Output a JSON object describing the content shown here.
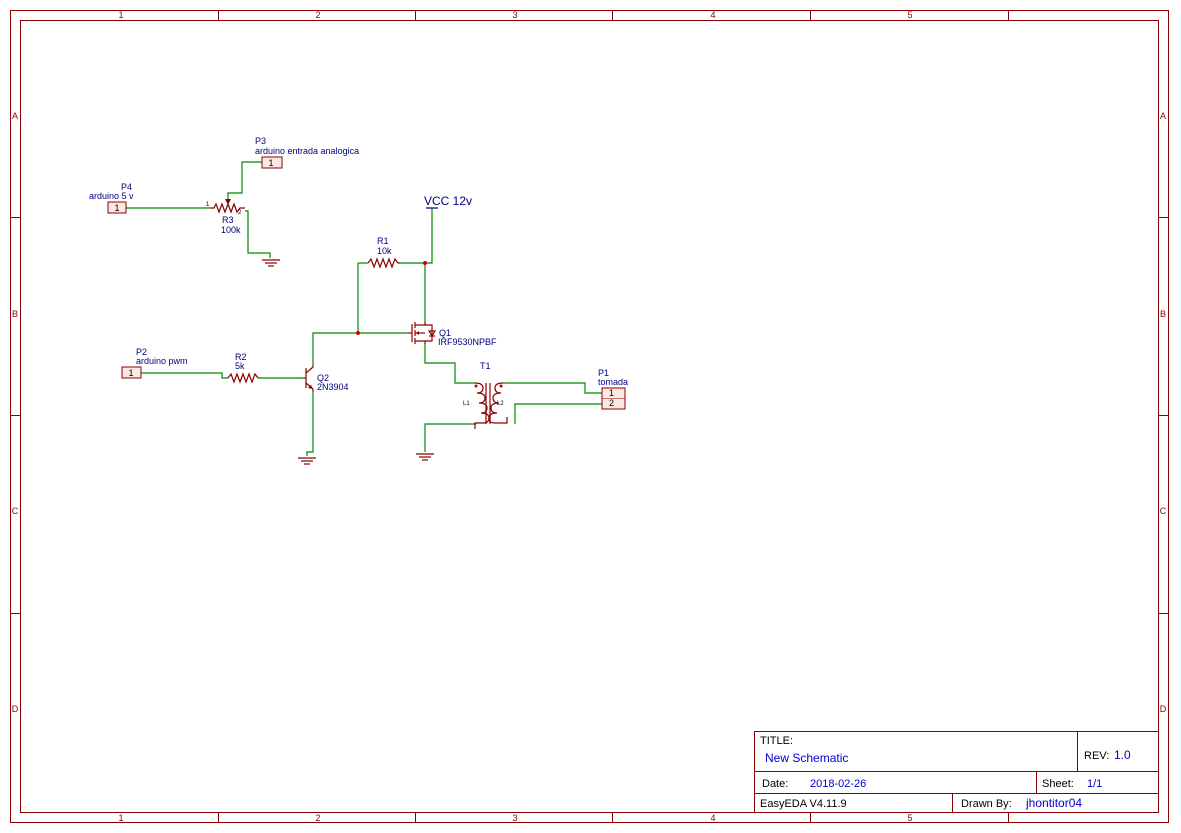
{
  "frame": {
    "columns": [
      "1",
      "2",
      "3",
      "4",
      "5"
    ],
    "rows": [
      "A",
      "B",
      "C",
      "D"
    ],
    "colors": {
      "frame": "#8b0000",
      "wire": "#008800",
      "text": "#000080",
      "junction": "#cc0000",
      "title_values": "#0000cc"
    }
  },
  "components": {
    "p4": {
      "ref": "P4",
      "value": "arduino 5 v",
      "pin": "1"
    },
    "p3": {
      "ref": "P3",
      "value": "arduino entrada analogica",
      "pin": "1"
    },
    "r3": {
      "ref": "R3",
      "value": "100k"
    },
    "r1": {
      "ref": "R1",
      "value": "10k"
    },
    "r2": {
      "ref": "R2",
      "value": "5k"
    },
    "p2": {
      "ref": "P2",
      "value": "arduino pwm",
      "pin": "1"
    },
    "q1": {
      "ref": "Q1",
      "value": "IRF9530NPBF"
    },
    "q2": {
      "ref": "Q2",
      "value": "2N3904"
    },
    "t1": {
      "ref": "T1",
      "coil1": "L1",
      "coil2": "L2"
    },
    "p1": {
      "ref": "P1",
      "value": "tomada",
      "pin1": "1",
      "pin2": "2"
    }
  },
  "nets": {
    "vcc": "VCC 12v"
  },
  "title_block": {
    "title_label": "TITLE:",
    "title_value": "New Schematic",
    "rev_label": "REV:",
    "rev_value": "1.0",
    "date_label": "Date:",
    "date_value": "2018-02-26",
    "sheet_label": "Sheet:",
    "sheet_value": "1/1",
    "tool": "EasyEDA V4.11.9",
    "drawn_label": "Drawn By:",
    "drawn_value": "jhontitor04"
  }
}
